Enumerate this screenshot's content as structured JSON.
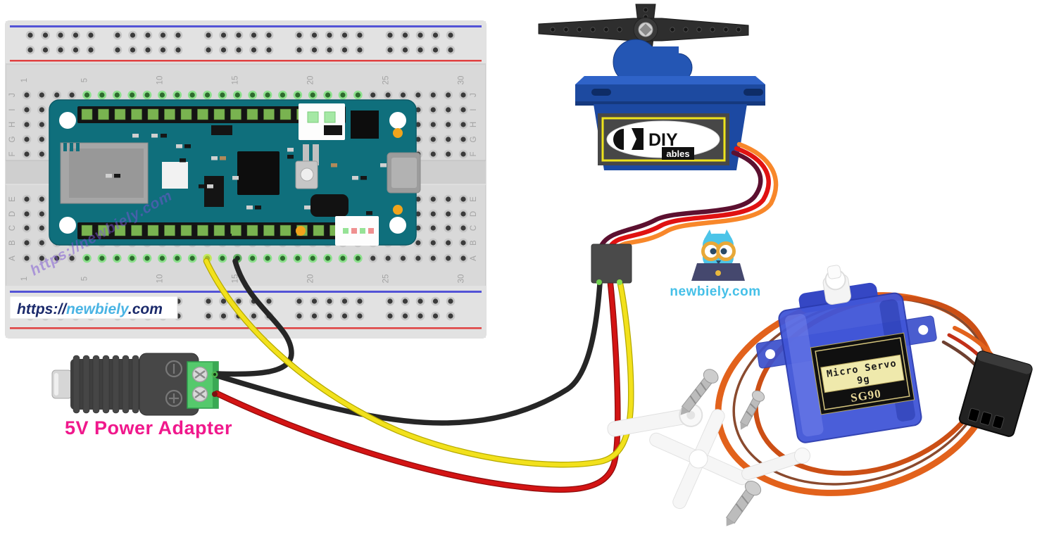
{
  "branding": {
    "watermark_text": "https://newbiely.com",
    "board_label": {
      "prefix": "https://",
      "brand": "newbiely",
      "suffix": ".com"
    },
    "logo_caption": "newbiely.com"
  },
  "breadboard": {
    "column_numbers": [
      "1",
      "5",
      "10",
      "15",
      "20",
      "25",
      "30"
    ],
    "row_letters_top": [
      "J",
      "I",
      "H",
      "G",
      "F"
    ],
    "row_letters_bottom": [
      "E",
      "D",
      "C",
      "B",
      "A"
    ]
  },
  "power_adapter": {
    "caption": "5V Power Adapter"
  },
  "diyables_servo": {
    "logo_main": "DIY",
    "logo_sub": "ables"
  },
  "sg90_servo": {
    "label_line1": "Micro Servo",
    "label_line2": "9g",
    "label_model": "SG90"
  },
  "icons": {
    "adapter_top_symbol": "circle-with-line",
    "adapter_bottom_symbol": "circle-with-plus",
    "owl_logo": "owl-with-laptop-and-glasses",
    "diyables_logo": "diyables-mark",
    "servo_horn": "cross-servo-horn"
  },
  "colors": {
    "wire_signal_yellow": "#f2e11c",
    "wire_ground_black": "#2d2d2d",
    "wire_power_red": "#d31414",
    "servo_wire_brown": "#5c1030",
    "servo_wire_red": "#e01212",
    "servo_wire_orange": "#f8872a",
    "arduino_teal": "#0f6f7c",
    "diyables_body_blue": "#1d4aa2",
    "sg90_body_blue": "#4156d8",
    "adapter_caption_magenta": "#f0188c",
    "brand_cyan": "#45c0e8",
    "brand_navy": "#1b2a6b",
    "breadboard_gray": "#d9d9d9"
  }
}
